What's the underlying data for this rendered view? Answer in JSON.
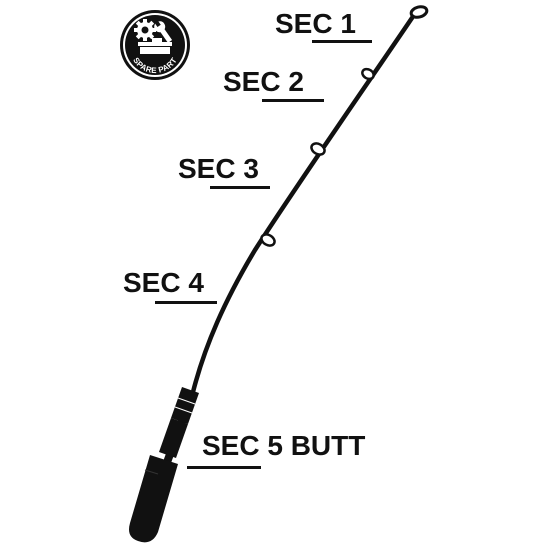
{
  "badge": {
    "text": "SPARE PART",
    "icon": "gear-wrench-icon",
    "color": "#111111"
  },
  "sections": [
    {
      "id": "sec-1",
      "label": "SEC 1"
    },
    {
      "id": "sec-2",
      "label": "SEC 2"
    },
    {
      "id": "sec-3",
      "label": "SEC 3"
    },
    {
      "id": "sec-4",
      "label": "SEC 4"
    },
    {
      "id": "sec-5",
      "label": "SEC 5 BUTT"
    }
  ],
  "colors": {
    "ink": "#111111",
    "background": "#ffffff"
  }
}
